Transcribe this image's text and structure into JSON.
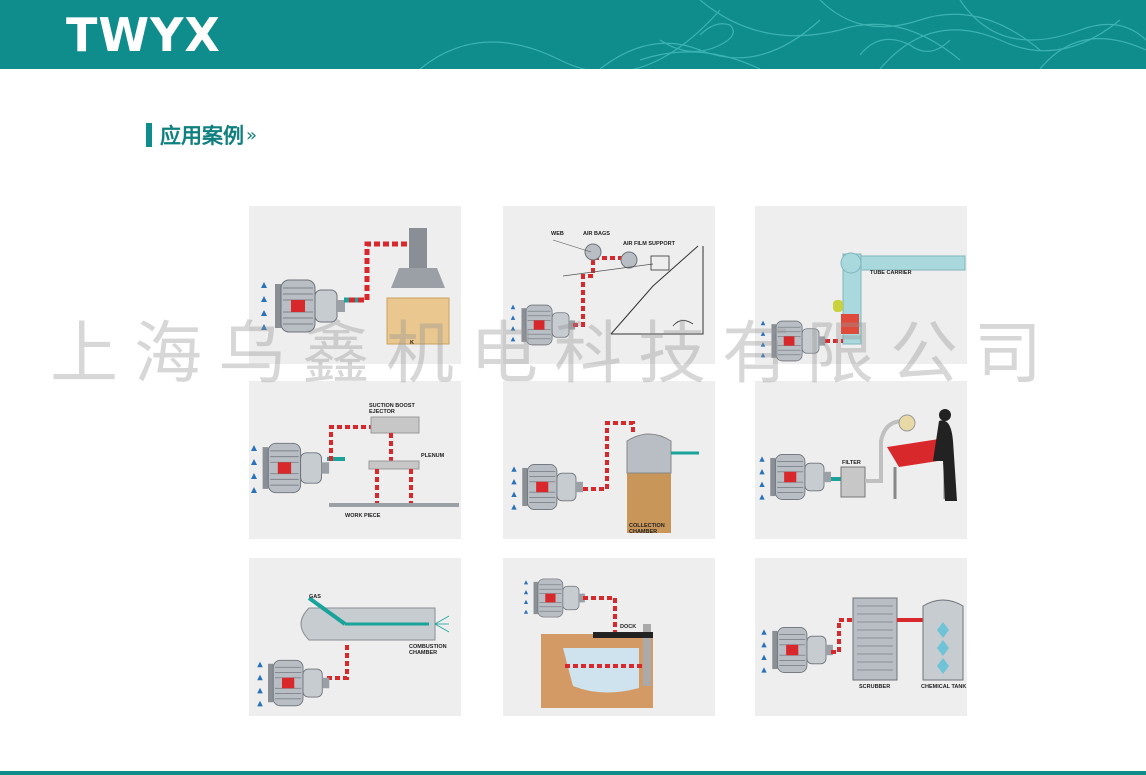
{
  "header": {
    "logo": "TWYX",
    "color": "#0f8c8c"
  },
  "section": {
    "title": "应用案例",
    "chevron": "»"
  },
  "watermark": "上海乌鑫机电科技有限公司",
  "colors": {
    "pipe_red": "#d8282c",
    "pipe_teal": "#1aa39a",
    "arrow_blue": "#2a72b8",
    "panel_bg": "#eeeeee"
  },
  "panels": [
    {
      "labels": [
        "K"
      ]
    },
    {
      "labels": [
        "WEB",
        "AIR BAGS",
        "AIR FILM SUPPORT"
      ]
    },
    {
      "labels": [
        "TUBE CARRIER"
      ]
    },
    {
      "labels": [
        "SUCTION BOOST\nEJECTOR",
        "PLENUM",
        "WORK PIECE"
      ]
    },
    {
      "labels": [
        "COLLECTION\nCHAMBER"
      ]
    },
    {
      "labels": [
        "FILTER"
      ]
    },
    {
      "labels": [
        "GAS",
        "COMBUSTION\nCHAMBER"
      ]
    },
    {
      "labels": [
        "DOCK"
      ]
    },
    {
      "labels": [
        "SCRUBBER",
        "CHEMICAL TANK"
      ]
    }
  ]
}
